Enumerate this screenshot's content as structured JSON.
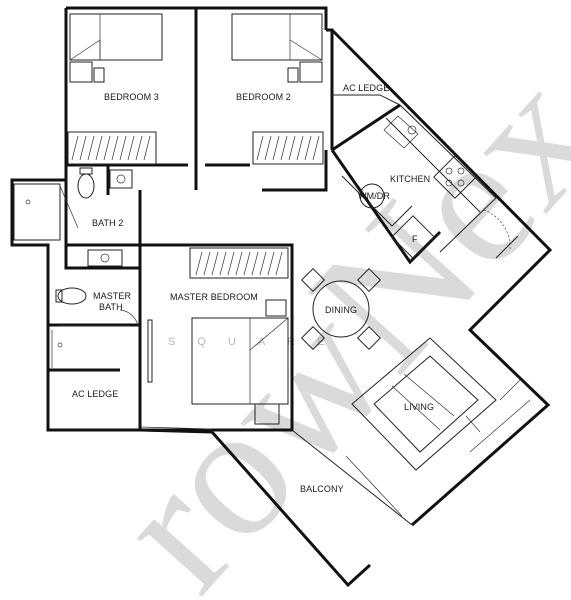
{
  "rooms": {
    "bedroom3": "BEDROOM 3",
    "bedroom2": "BEDROOM 2",
    "ac_ledge_top": "AC LEDGE",
    "kitchen": "KITCHEN",
    "wm_dr": "WM/DR",
    "fridge": "F",
    "bath2": "BATH 2",
    "master_bath_line1": "MASTER",
    "master_bath_line2": "BATH",
    "master_bedroom": "MASTER BEDROOM",
    "dining": "DINING",
    "living": "LIVING",
    "ac_ledge_bottom": "AC LEDGE",
    "balcony": "BALCONY"
  },
  "watermark": {
    "main": "rowNex",
    "sub": "SQUARE"
  }
}
